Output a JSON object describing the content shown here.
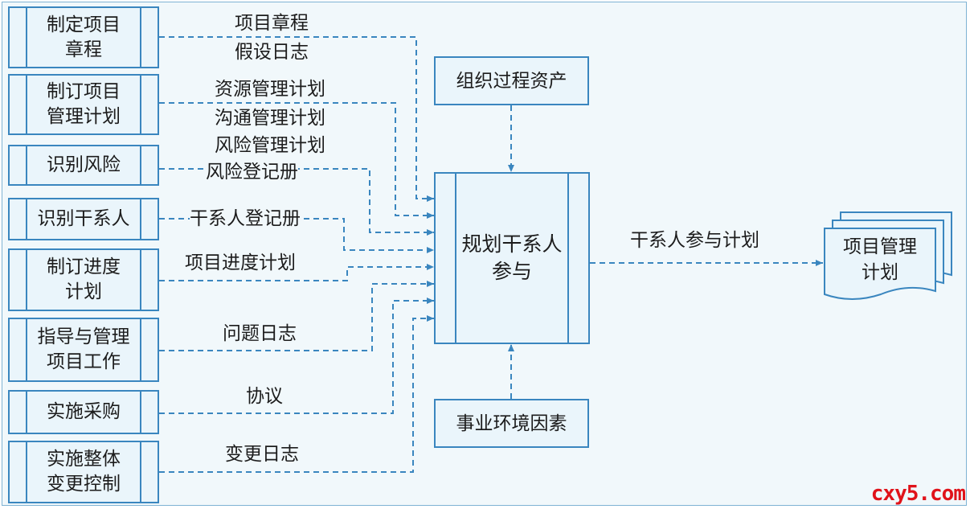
{
  "inputs": [
    {
      "id": "charter",
      "label": "制定项目\n章程"
    },
    {
      "id": "pmplan",
      "label": "制订项目\n管理计划"
    },
    {
      "id": "risk",
      "label": "识别风险"
    },
    {
      "id": "stake",
      "label": "识别干系人"
    },
    {
      "id": "schedule",
      "label": "制订进度\n计划"
    },
    {
      "id": "direct",
      "label": "指导与管理\n项目工作"
    },
    {
      "id": "procure",
      "label": "实施采购"
    },
    {
      "id": "change",
      "label": "实施整体\n变更控制"
    }
  ],
  "flow_labels": {
    "l1": "项目章程",
    "l2": "假设日志",
    "l3": "资源管理计划",
    "l4": "沟通管理计划",
    "l5": "风险管理计划",
    "l6": "风险登记册",
    "l7": "干系人登记册",
    "l8": "项目进度计划",
    "l9": "问题日志",
    "l10": "协议",
    "l11": "变更日志"
  },
  "top_box": "组织过程资产",
  "bottom_box": "事业环境因素",
  "process": "规划干系人\n参与",
  "output_label": "干系人参与计划",
  "output_doc": "项目管理\n计划",
  "watermark": "cxy5.com"
}
